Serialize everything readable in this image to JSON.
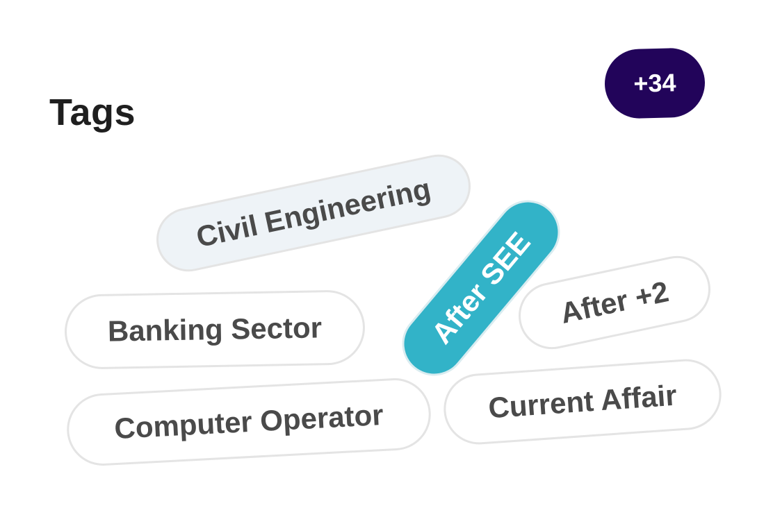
{
  "heading": "Tags",
  "more_badge": {
    "label": "+34",
    "color": "#22045a"
  },
  "accent_color": "#32b3c8",
  "tags": [
    {
      "label": "Civil Engineering",
      "state": "soft"
    },
    {
      "label": "After SEE",
      "state": "selected"
    },
    {
      "label": "Banking Sector",
      "state": "default"
    },
    {
      "label": "After +2",
      "state": "default"
    },
    {
      "label": "Computer Operator",
      "state": "default"
    },
    {
      "label": "Current Affair",
      "state": "default"
    }
  ]
}
